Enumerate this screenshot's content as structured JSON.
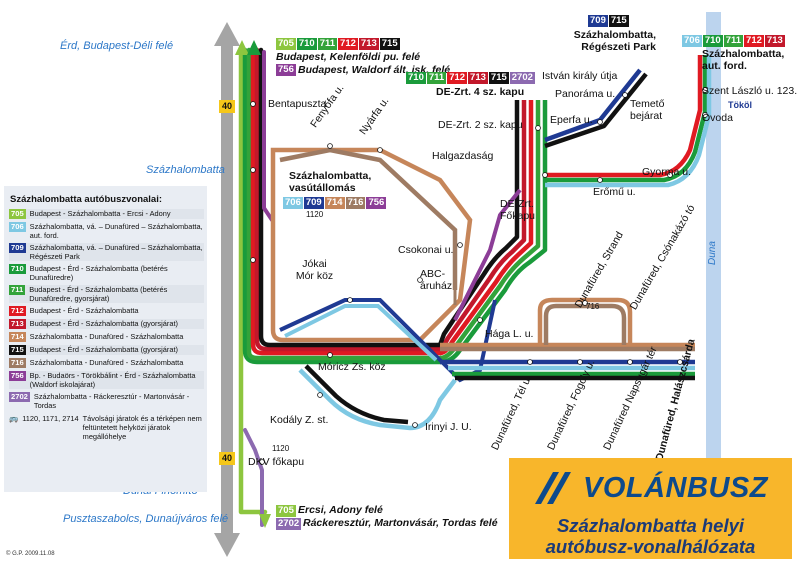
{
  "colors": {
    "705": "#8dc63f",
    "706": "#7ec8e3",
    "709": "#1f3a93",
    "710": "#1a9b3b",
    "711": "#33a33a",
    "712": "#e01a22",
    "713": "#c2182b",
    "714": "#c6865a",
    "715": "#111111",
    "716": "#9e7b63",
    "756": "#8c3d97",
    "2702": "#8c6ab0",
    "duna": "#bcd4ee",
    "road": "#9a9a9a",
    "brand_bg": "#f8b62b"
  },
  "destinations": {
    "erd_budapest": "Érd, Budapest-Déli felé",
    "szazhalombatta": "Százhalombatta",
    "dunai_finomito": "Dunai Finomító",
    "pusztaszabolcs": "Pusztaszabolcs, Dunaújváros felé"
  },
  "road_number": "40",
  "top_routes": {
    "badges": [
      "705",
      "710",
      "711",
      "712",
      "713",
      "715"
    ],
    "line1": "Budapest, Kelenföldi pu. felé",
    "badge2": "756",
    "line2": "Budapest, Waldorf ált. isk. felé"
  },
  "regeszeti": {
    "badges": [
      "709",
      "715"
    ],
    "name": "Százhalombatta, Régészeti Park"
  },
  "aut_ford": {
    "badges": [
      "706",
      "710",
      "711",
      "712",
      "713"
    ],
    "name": "Százhalombatta, aut. ford."
  },
  "dezrt4": {
    "badges": [
      "710",
      "711",
      "712",
      "713",
      "715",
      "2702"
    ],
    "name": "DE-Zrt. 4 sz. kapu"
  },
  "vasutallomas": {
    "name": "Százhalombatta, vasútállomás",
    "badges": [
      "706",
      "709",
      "714",
      "716",
      "756"
    ],
    "bus_codes": "1120"
  },
  "stops": {
    "bentapuszta": "Bentapuszta",
    "fenyofa": "Fenyőfa u.",
    "nyarfa": "Nyárfa u.",
    "istvan_kiraly": "István király útja",
    "panorama": "Panoráma u.",
    "temeto": "Temető bejárat",
    "dezrt2": "DE-Zrt. 2 sz. kapu",
    "eperfa": "Eperfa u.",
    "halgazdasag": "Halgazdaság",
    "szent_laszlo": "Szent László u. 123.",
    "tokol": "Tököl",
    "ovoda": "Óvoda",
    "gyorma": "Gyorma u.",
    "eromu": "Erőmű u.",
    "dezrt_fokapu": "DE-Zrt. Főkapu",
    "csokonai": "Csokonai u.",
    "jokai": "Jókai Mór köz",
    "abc": "ABC-áruház",
    "haga": "Hága L. u.",
    "moricz": "Móricz Zs. köz",
    "kodaly": "Kodály Z. st.",
    "irinyi": "Irinyi J. U.",
    "dkv": "DKV főkapu",
    "dunafured_strand": "Dunafüred, Strand",
    "dunafured_csonakazo": "Dunafüred, Csónakázó tó",
    "dunafured_tel": "Dunafüred, Tél u.",
    "dunafured_fogoly": "Dunafüred, Fogoly u.",
    "dunafured_napsugar": "Dunafüred Napsugár tér",
    "dunafured_halaszcsarda": "Dunafüred, Halászcsárda",
    "stub_716": "716",
    "dkv_bus": "1120",
    "river": "Duna"
  },
  "bottom_routes": {
    "badge1": "705",
    "line1": "Ercsi, Adony felé",
    "badge2": "2702",
    "line2": "Ráckeresztúr, Martonvásár, Tordas felé"
  },
  "legend": {
    "title": "Százhalombatta autóbuszvonalai:",
    "rows": [
      {
        "no": "705",
        "text": "Budapest - Százhalombatta - Ercsi - Adony"
      },
      {
        "no": "706",
        "text": "Százhalombatta, vá. – Dunafüred – Százhalombatta, aut. ford."
      },
      {
        "no": "709",
        "text": "Százhalombatta, vá. – Dunafüred – Százhalombatta, Régészeti Park"
      },
      {
        "no": "710",
        "text": "Budapest - Érd - Százhalombatta (betérés Dunafüredre)"
      },
      {
        "no": "711",
        "text": "Budapest - Érd - Százhalombatta (betérés Dunafüredre, gyorsjárat)"
      },
      {
        "no": "712",
        "text": "Budapest - Érd - Százhalombatta"
      },
      {
        "no": "713",
        "text": "Budapest - Érd - Százhalombatta (gyorsjárat)"
      },
      {
        "no": "714",
        "text": "Százhalombatta - Dunafüred - Százhalombatta"
      },
      {
        "no": "715",
        "text": "Budapest - Érd - Százhalombatta (gyorsjárat)"
      },
      {
        "no": "716",
        "text": "Százhalombatta - Dunafüred - Százhalombatta"
      },
      {
        "no": "756",
        "text": "Bp. - Budaörs - Törökbálint - Érd - Százhalombatta (Waldorf iskolajárat)"
      },
      {
        "no": "2702",
        "text": "Százhalombatta - Ráckeresztúr - Martonvásár - Tordas"
      }
    ],
    "footnote_codes": "1120, 1171, 2714",
    "footnote": "Távolsági járatok és a térképen nem feltüntetett helyközi járatok megállóhelye"
  },
  "brand": {
    "name": "VOLÁNBUSZ",
    "subtitle1": "Százhalombatta helyi",
    "subtitle2": "autóbusz-vonalhálózata"
  },
  "credit": "© G.P. 2009.11.08"
}
